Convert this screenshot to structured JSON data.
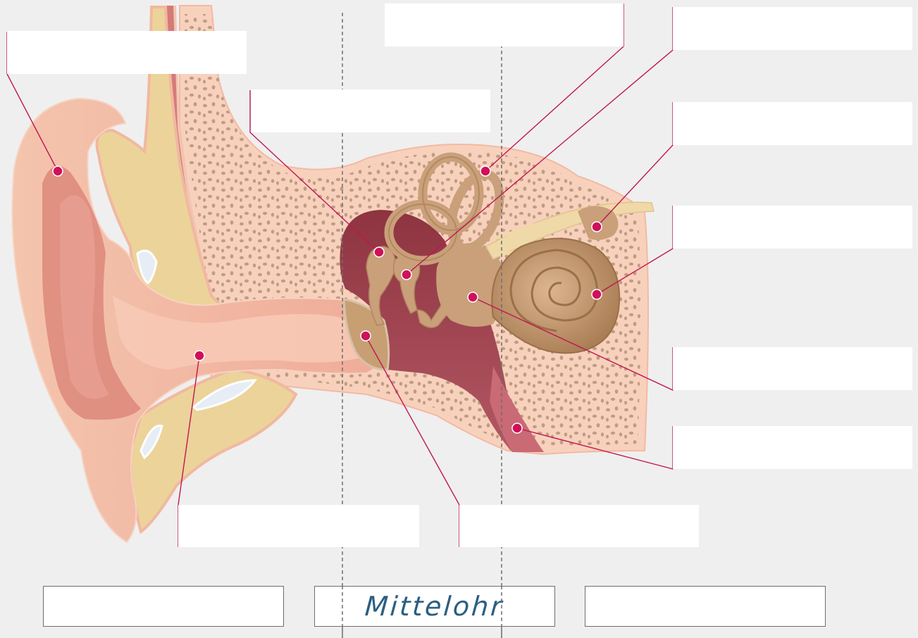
{
  "diagram": {
    "colors": {
      "background": "#efefef",
      "skin": "#f2b7a0",
      "cartilage": "#ecd39a",
      "bone": "#f8d1bd",
      "bone_pores": "#b09070",
      "middle_ear_cavity": "#a34a55",
      "inner_ear": "#c9a07a",
      "pointer_line": "#c0174f",
      "callout_dot": "#d0105a"
    },
    "answer_boxes": [
      {
        "id": "ohrmuschel",
        "text": ""
      },
      {
        "id": "gehoergangsknochen",
        "text": ""
      },
      {
        "id": "bogengaenge",
        "text": ""
      },
      {
        "id": "amboss",
        "text": ""
      },
      {
        "id": "hoernerv",
        "text": ""
      },
      {
        "id": "schnecke",
        "text": ""
      },
      {
        "id": "steigbuegel",
        "text": ""
      },
      {
        "id": "ohrtrompete",
        "text": ""
      },
      {
        "id": "gehoergang",
        "text": ""
      },
      {
        "id": "trommelfell",
        "text": ""
      }
    ],
    "regions": {
      "outer": "",
      "middle": "Mittelohr",
      "inner": ""
    }
  }
}
